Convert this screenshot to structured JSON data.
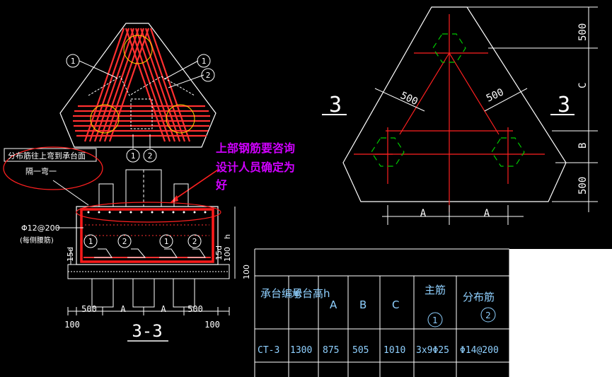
{
  "colors": {
    "background": "#000000",
    "lines": "#ffffff",
    "rebar": "#ff0000",
    "stirrup": "#00c800",
    "annotation": "#c800ff",
    "dimension": "#ffffff",
    "table": "#8fd0ff"
  },
  "left_plan": {
    "labels": {
      "rebar1_left": "1",
      "rebar1_right": "1",
      "rebar2_right": "2",
      "rebar1_bottom": "1",
      "rebar2_bottom": "2"
    }
  },
  "note_box": {
    "line1": "分布筋往上弯到承台面",
    "line2": "隔一弯一"
  },
  "annotation": {
    "line1": "上部钢筋要咨询",
    "line2": "设计人员确定为",
    "line3": "好"
  },
  "section": {
    "rebar_spec": "Φ12@200",
    "rebar_note": "(每侧腰筋)",
    "h_label": "h",
    "dim_15d_left": "15d",
    "dim_15d_right": "15d",
    "dim_100_right": "100",
    "dim_100_base": "100",
    "dims_bottom": [
      "500",
      "A",
      "A",
      "500"
    ],
    "dims_outer": [
      "100",
      "100"
    ],
    "circle_labels": [
      "1",
      "2",
      "1",
      "2"
    ],
    "title": "3-3"
  },
  "right_plan": {
    "left_mark": "3",
    "right_mark": "3",
    "dim_500_left": "500",
    "dim_500_right": "500",
    "dim_top": "500",
    "dim_c": "C",
    "dim_b": "B",
    "dim_bottom": "500",
    "dims_a": [
      "A",
      "A"
    ]
  },
  "table": {
    "headers": [
      "承台编号",
      "承台高h",
      "A",
      "B",
      "C",
      "主筋",
      "分布筋"
    ],
    "header_circles": [
      "1",
      "2"
    ],
    "row": [
      "CT-3",
      "1300",
      "875",
      "505",
      "1010",
      "3x9Φ25",
      "Φ14@200"
    ]
  }
}
